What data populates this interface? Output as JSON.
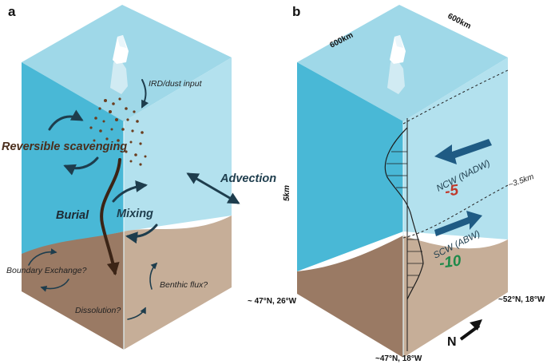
{
  "panel_a": {
    "label": "a",
    "inputs": "IRD/dust input",
    "scavenging": "Reversible scavenging",
    "advection": "Advection",
    "burial": "Burial",
    "mixing": "Mixing",
    "boundary": "Boundary Exchange?",
    "benthic": "Benthic flux?",
    "dissolution": "Dissolution?"
  },
  "panel_b": {
    "label": "b",
    "dim_left": "600km",
    "dim_right": "600km",
    "depth": "5km",
    "interface": "~3.5km",
    "ncw_label": "NCW (NADW)",
    "ncw_value": "-5",
    "scw_label": "SCW (ABW)",
    "scw_value": "-10",
    "coord_left": "~ 47°N, 26°W",
    "coord_right": "~52°N, 18°W",
    "coord_bottom": "~47°N, 18°W",
    "north": "N"
  },
  "colors": {
    "water_top": "#9fd8e8",
    "water_left": "#49b8d6",
    "water_right": "#b3e1ee",
    "sediment_left": "#9a7a64",
    "sediment_right": "#c6ae98",
    "arrow_dark": "#1e3d4d",
    "arrow_blue": "#1f5b84",
    "ncw_value": "#c0392b",
    "scw_value": "#1e8a4a",
    "particles": "#6b3d1e"
  }
}
